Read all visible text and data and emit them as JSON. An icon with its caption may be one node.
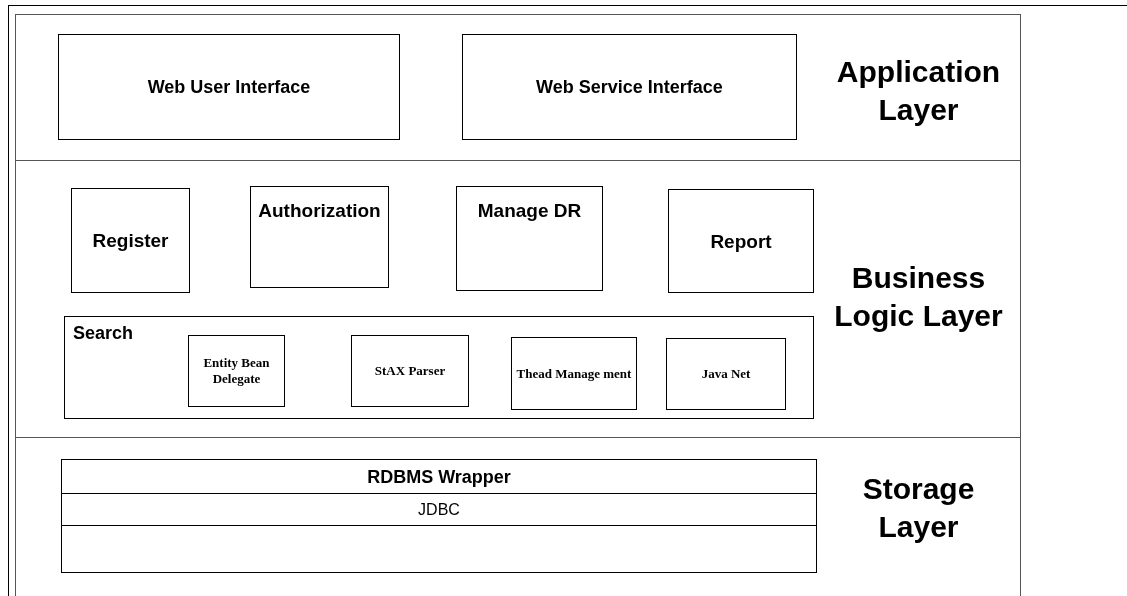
{
  "diagram": {
    "nodes": [
      {
        "text": [
          "Application Layer"
        ]
      },
      {
        "text": [
          "Web User Interface"
        ],
        "in": 0
      },
      {
        "text": [
          "Web Service Interface"
        ],
        "in": 0
      },
      {
        "text": [
          "Business Logic Layer"
        ]
      },
      {
        "text": [
          "Register"
        ],
        "in": 3
      },
      {
        "text": [
          "Authorization"
        ],
        "in": 3
      },
      {
        "text": [
          "Manage DR"
        ],
        "in": 3
      },
      {
        "text": [
          "Report"
        ],
        "in": 3
      },
      {
        "text": [
          "Search"
        ],
        "in": 3
      },
      {
        "text": [
          "Entity Bean Delegate"
        ],
        "in": 8
      },
      {
        "text": [
          "StAX Parser"
        ],
        "in": 8
      },
      {
        "text": [
          "Thead Manage ment"
        ],
        "in": 8
      },
      {
        "text": [
          "Java Net"
        ],
        "in": 8
      },
      {
        "text": [
          "Storage Layer"
        ]
      },
      {
        "text": [
          "RDBMS Wrapper"
        ],
        "in": 13
      },
      {
        "text": [
          "JDBC"
        ],
        "in": 13
      },
      {
        "text": [],
        "shape": "box",
        "in": 13
      }
    ],
    "edges": []
  }
}
